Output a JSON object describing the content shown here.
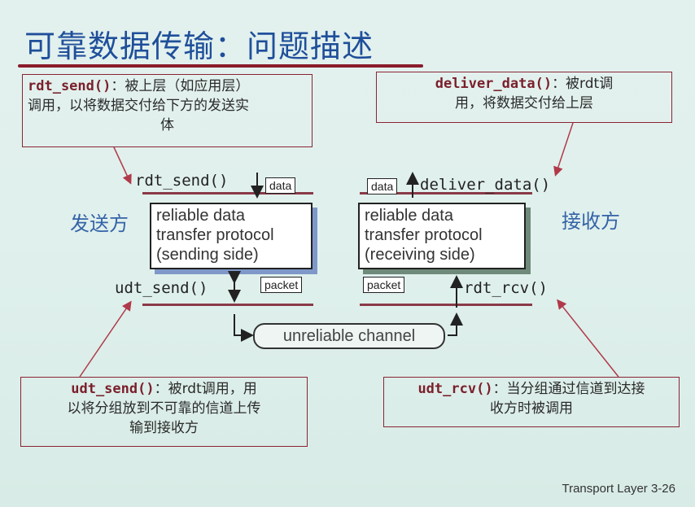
{
  "title": "可靠数据传输：问题描述",
  "notes": {
    "rdt_send": {
      "fn": "rdt_send()",
      "text_line1": "：被上层（如应用层）",
      "text_line2": "调用，以将数据交付给下方的发送实",
      "text_line3": "体"
    },
    "deliver_data": {
      "fn": "deliver_data()",
      "text_line1": "：被rdt调",
      "text_line2": "用，将数据交付给上层"
    },
    "udt_send": {
      "fn": "udt_send()",
      "text_line1": "：被rdt调用，用",
      "text_line2": "以将分组放到不可靠的信道上传",
      "text_line3": "输到接收方"
    },
    "rdt_rcv": {
      "fn": "udt_rcv()",
      "text_line1": "：当分组通过信道到达接",
      "text_line2": "收方时被调用"
    }
  },
  "diagram": {
    "rdt_send_label": "rdt_send()",
    "deliver_data_label": "deliver_data()",
    "udt_send_label": "udt_send()",
    "rdt_rcv_label": "rdt_rcv()",
    "sender_label": "发送方",
    "receiver_label": "接收方",
    "data_tag": "data",
    "packet_tag": "packet",
    "sender_box": [
      "reliable data",
      "transfer protocol",
      "(sending side)"
    ],
    "receiver_box": [
      "reliable data",
      "transfer protocol",
      "(receiving side)"
    ],
    "channel": "unreliable channel"
  },
  "footer": "Transport Layer    3-26",
  "colors": {
    "title": "#1f4f9a",
    "rule": "#8a1c2b",
    "note_border": "#8a2433",
    "function_name": "#7a1f2b",
    "side_label": "#3463a8"
  }
}
